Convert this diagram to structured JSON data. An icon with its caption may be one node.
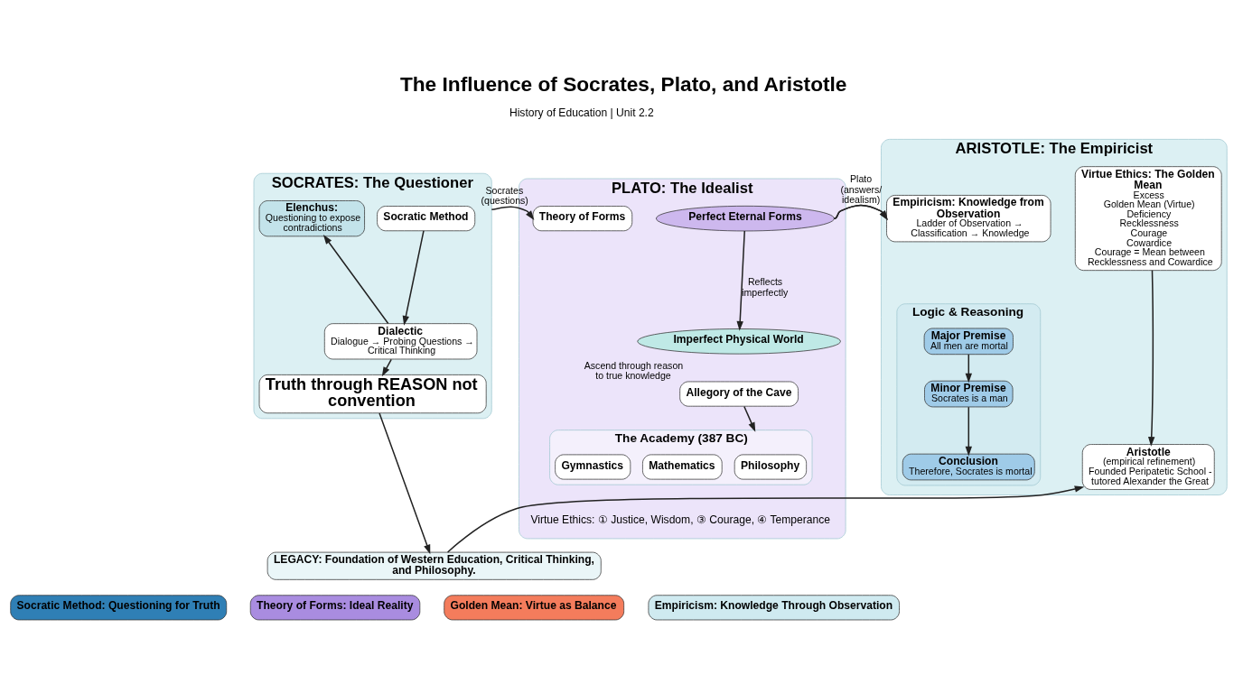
{
  "diagram": {
    "title": "The Influence of Socrates, Plato, and Aristotle",
    "nodes": [
      {
        "text": [
          "SOCRATES: The Questioner"
        ]
      },
      {
        "text": [
          "Socratic Method"
        ],
        "in": 0
      },
      {
        "text": [
          "Elenchus:",
          "Questioning to expose contradictions"
        ],
        "in": 0
      },
      {
        "text": [
          "Dialectic",
          "Dialogue → Probing Questions → Critical Thinking"
        ],
        "in": 0
      },
      {
        "text": [
          "Truth through REASON not convention"
        ],
        "in": 0
      },
      {
        "text": [
          "PLATO: The Idealist"
        ]
      },
      {
        "text": [
          "Theory of Forms"
        ],
        "in": 5
      },
      {
        "text": [
          "Perfect Eternal Forms"
        ],
        "in": 5
      },
      {
        "text": [
          "Imperfect Physical World"
        ],
        "in": 5
      },
      {
        "text": [
          "Allegory of the Cave"
        ],
        "in": 5,
        "beside": [
          "Ascend through reason to true knowledge"
        ]
      },
      {
        "text": [
          "The Academy (387 BC)"
        ],
        "in": 5
      },
      {
        "text": [
          "Philosophy"
        ],
        "in": 10
      },
      {
        "text": [
          "Mathematics"
        ],
        "in": 10
      },
      {
        "text": [
          "Gymnastics"
        ],
        "in": 10
      },
      {
        "text": [
          "ARISTOTLE: The Empiricist"
        ]
      },
      {
        "text": [
          "Empiricism: Knowledge from Observation",
          "Ladder of Observation → Classification → Knowledge"
        ],
        "in": 14
      },
      {
        "text": [
          "Virtue Ethics: The Golden Mean",
          "Excess",
          "Golden Mean (Virtue)",
          "Deficiency",
          "Recklessness",
          "Courage",
          "Cowardice",
          "Courage = Mean between Recklessness and Cowardice"
        ],
        "in": 14
      },
      {
        "text": [
          "Logic & Reasoning"
        ],
        "in": 14
      },
      {
        "text": [
          "Major Premise",
          "All men are mortal"
        ],
        "in": 17
      },
      {
        "text": [
          "Minor Premise",
          "Socrates is a man"
        ],
        "in": 17
      },
      {
        "text": [
          "Conclusion",
          "Therefore, Socrates is mortal"
        ],
        "in": 17
      },
      {
        "text": [
          "Aristotle",
          "(empirical refinement)",
          "Founded Peripatetic School - tutored Alexander the Great"
        ],
        "in": 14
      },
      {
        "text": [
          "LEGACY: Foundation of Western Education, Critical Thinking, and Philosophy."
        ]
      },
      {
        "text": [
          "Socratic Method: Questioning for Truth"
        ]
      },
      {
        "text": [
          "Theory of Forms: Ideal Reality"
        ]
      },
      {
        "text": [
          "Golden Mean: Virtue as Balance"
        ]
      },
      {
        "text": [
          "Empiricism: Knowledge Through Observation"
        ]
      }
    ],
    "edges": [
      {
        "from": 1,
        "to": 3,
        "arrow": "to"
      },
      {
        "from": 3,
        "to": 2,
        "arrow": "to"
      },
      {
        "from": 3,
        "to": 4,
        "arrow": "to"
      },
      {
        "from": 0,
        "to": 6,
        "arrow": "to",
        "label": "Socrates (questions)"
      },
      {
        "from": 7,
        "to": 8,
        "arrow": "to",
        "label": "Reflects imperfectly"
      },
      {
        "from": 9,
        "to": 10,
        "arrow": "to"
      },
      {
        "from": 5,
        "to": 15,
        "arrow": "to",
        "label": "Plato (answers/ idealism)"
      },
      {
        "from": 18,
        "to": 19,
        "arrow": "to"
      },
      {
        "from": 19,
        "to": 20,
        "arrow": "to"
      },
      {
        "from": 16,
        "to": 21,
        "arrow": "to"
      },
      {
        "from": 4,
        "to": 22,
        "arrow": "to"
      },
      {
        "from": 22,
        "to": 21,
        "arrow": "to"
      }
    ],
    "labels": [
      "History of Education | Unit 2.2",
      "Virtue Ethics: ① Justice, Wisdom, ③ Courage, ④ Temperance"
    ]
  }
}
